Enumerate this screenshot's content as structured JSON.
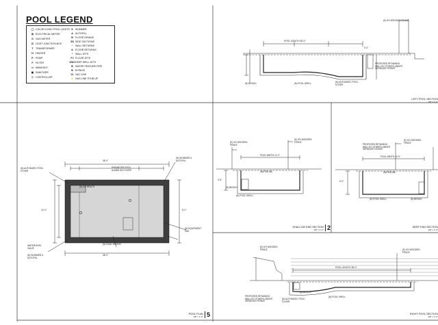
{
  "legend": {
    "title": "POOL LEGEND",
    "items_left": [
      {
        "symbol": "◯",
        "label": "COLOR LOGIC POOL LIGHTS"
      },
      {
        "symbol": "⊞",
        "label": "ELECTRICAL METER"
      },
      {
        "symbol": "G",
        "label": "GAS METER"
      },
      {
        "symbol": "⊡",
        "label": "LIGHT JUNCTION BOX"
      },
      {
        "symbol": "T",
        "label": "TRANSFORMER"
      },
      {
        "symbol": "H",
        "label": "HEATER"
      },
      {
        "symbol": "P",
        "label": "PUMP"
      },
      {
        "symbol": "F",
        "label": "FILTER"
      },
      {
        "symbol": "▭",
        "label": "MANHOLE"
      },
      {
        "symbol": "▣",
        "label": "SANITIZER"
      },
      {
        "symbol": "C",
        "label": "CONTROLLER"
      }
    ],
    "items_right": [
      {
        "symbol": "S",
        "label": "SKIMMER"
      },
      {
        "symbol": "A",
        "label": "AUTOFILL"
      },
      {
        "symbol": "B",
        "label": "FLOOR DRAINS"
      },
      {
        "symbol": "SS",
        "label": "SIDE SUCTIONS"
      },
      {
        "symbol": "~",
        "label": "WALL RETURNS"
      },
      {
        "symbol": "⊙",
        "label": "FLOOR RETURNS"
      },
      {
        "symbol": "*",
        "label": "WALL JETS"
      },
      {
        "symbol": "FJ",
        "label": "FLOOR JETS"
      },
      {
        "symbol": "DWJ",
        "label": "DEEP WELL JETS"
      },
      {
        "symbol": "B",
        "label": "WATER FEATURE PIPE"
      },
      {
        "symbol": "B",
        "label": "BYPASS"
      },
      {
        "symbol": "VL",
        "label": "VAC LINE"
      },
      {
        "symbol": "●",
        "label": "GAS LINE STUB UP"
      }
    ]
  },
  "sheets": {
    "left_section": {
      "title": "LEFT POOL SECTION",
      "scale": "1/8\" = 1'-0\"",
      "num": ""
    },
    "pool_plan": {
      "title": "POOL PLAN",
      "scale": "1/8\" = 1'-0\"",
      "num": "5"
    },
    "shallow_end": {
      "title": "SHALLOW END SECTION",
      "scale": "1/8\" = 1'-0\"",
      "num": "2"
    },
    "deep_end": {
      "title": "DEEP END SECTION",
      "scale": "1/8\" = 1'-0\"",
      "num": ""
    },
    "right_section": {
      "title": "RIGHT POOL SECTION",
      "scale": "1/8\" = 1'-0\"",
      "num": ""
    }
  },
  "annotations": {
    "wood_fence": "(E) 6'H WOODEN FENCE",
    "proposed_wall": "PROPOSED RETAINING WALL BY OTHERS UNDER SEPARATE PERMIT",
    "auto_cover": "(N) AUTOMATIC POOL COVER",
    "bench": "(N) BENCH",
    "pool_shell": "(N) POOL SHELL",
    "waterline": "WATERLINE",
    "skimmer": "(N) SKIMMER & AUTOFILL",
    "equip": "(N) EQUIPMENT PAD",
    "water_level": "WATERLEVEL VALVE",
    "drains": "(N) DUAL DRAINS",
    "pool_alarm": "PERIMETER POOL ALARM ON COVER",
    "bench_label": "(N) 24\" BENCH",
    "depth_shallow": "3'-6\"",
    "depth_deep": "6'-0\"",
    "pool_length": "POOL LENGTH 38'-0\"",
    "pool_width": "POOL WIDTH 14'-0\"",
    "dim_a": "38'-0\"",
    "dim_b": "14'-0\"",
    "dim_c": "5'-0\""
  }
}
